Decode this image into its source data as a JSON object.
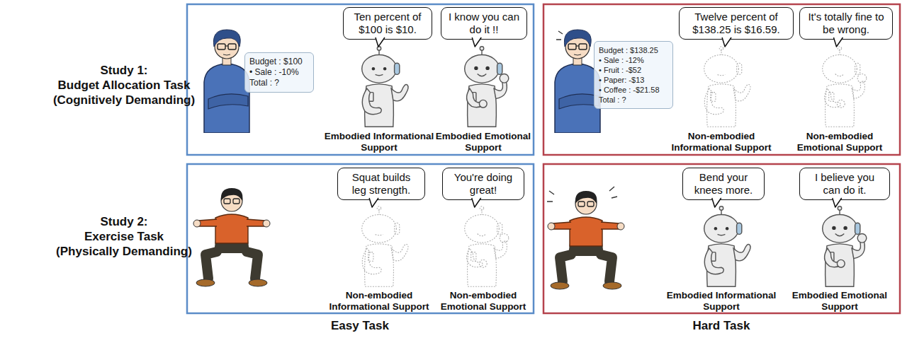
{
  "diagram": {
    "nodes": [
      {
        "text": [
          "Budget : $100",
          "• Sale : -10%",
          "Total : ?"
        ]
      },
      {
        "text": [
          "Ten percent of $100 is $10."
        ]
      },
      {
        "text": [
          "I know you can do it !!"
        ]
      },
      {
        "text": [
          "Budget : $138.25",
          "• Sale : -12%",
          "• Fruit : -$52",
          "• Paper: -$13",
          "• Coffee : -$21.58",
          "Total : ?"
        ]
      },
      {
        "text": [
          "Twelve percent of $138.25 is $16.59."
        ]
      },
      {
        "text": [
          "It's totally fine to be wrong."
        ]
      },
      {
        "text": [
          "Squat builds leg strength."
        ]
      },
      {
        "text": [
          "You're doing great!"
        ]
      },
      {
        "text": [
          "Bend your knees more."
        ]
      },
      {
        "text": [
          "I believe you can do it."
        ]
      }
    ],
    "labels": [
      "Study 1:",
      "Budget Allocation Task",
      "(Cognitively Demanding)",
      "Study 2:",
      "Exercise Task",
      "(Physically Demanding)",
      "Embodied Informational Support",
      "Embodied Emotional Support",
      "Non-embodied Informational Support",
      "Non-embodied Emotional Support",
      "Non-embodied Informational Support",
      "Non-embodied Emotional Support",
      "Embodied Informational Support",
      "Embodied Emotional Support",
      "Easy Task",
      "Hard Task"
    ]
  }
}
